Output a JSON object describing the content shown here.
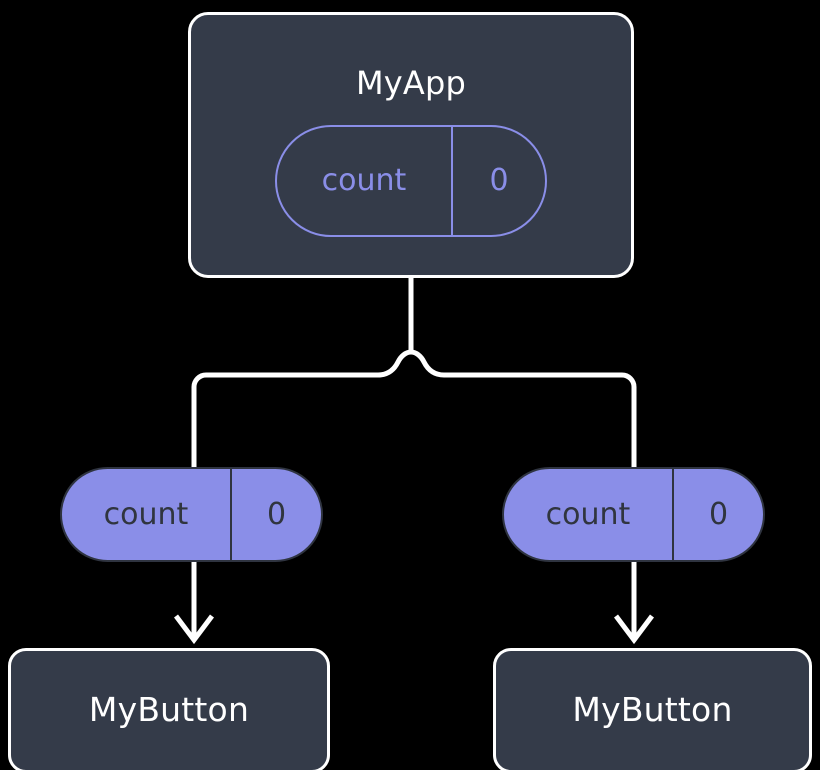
{
  "diagram": {
    "type": "component-state-tree",
    "background_color": "#000000",
    "colors": {
      "card_fill": "#343b49",
      "card_border": "#ffffff",
      "accent_purple": "#8a8ee8",
      "pill_text_dark": "#30353f",
      "wire": "#ffffff"
    }
  },
  "root": {
    "name": "root-component",
    "title": "MyApp",
    "state": {
      "key": "count",
      "value": "0",
      "style": "outlined"
    }
  },
  "props": [
    {
      "name": "prop-left",
      "key": "count",
      "value": "0",
      "style": "filled"
    },
    {
      "name": "prop-right",
      "key": "count",
      "value": "0",
      "style": "filled"
    }
  ],
  "children": [
    {
      "name": "child-left",
      "title": "MyButton"
    },
    {
      "name": "child-right",
      "title": "MyButton"
    }
  ],
  "connectors": [
    {
      "name": "root-to-branch",
      "from": "MyApp",
      "to": "branch",
      "arrow": false
    },
    {
      "name": "branch-to-prop-left",
      "from": "branch",
      "to": "prop-left",
      "arrow": false
    },
    {
      "name": "branch-to-prop-right",
      "from": "branch",
      "to": "prop-right",
      "arrow": false
    },
    {
      "name": "prop-left-to-child-left",
      "from": "prop-left",
      "to": "MyButton",
      "arrow": true
    },
    {
      "name": "prop-right-to-child-right",
      "from": "prop-right",
      "to": "MyButton",
      "arrow": true
    }
  ]
}
